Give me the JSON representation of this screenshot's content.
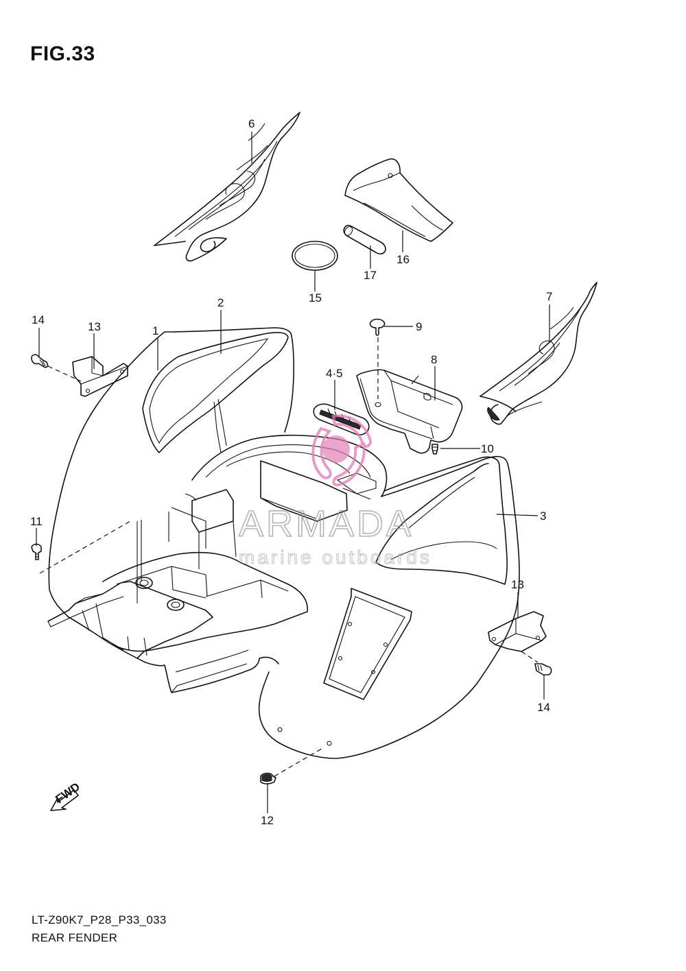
{
  "figure": {
    "title": "FIG.33",
    "drawing_code": "LT-Z90K7_P28_P33_033",
    "assembly_name": "REAR FENDER"
  },
  "direction_marker": {
    "label": "FWD"
  },
  "watermark": {
    "brand": "ARMADA",
    "tagline": "marine outboards",
    "accent_color": "#e07bb5"
  },
  "callouts": [
    {
      "id": "c1",
      "label": "1"
    },
    {
      "id": "c2",
      "label": "2"
    },
    {
      "id": "c3",
      "label": "3"
    },
    {
      "id": "c45",
      "label": "4·5"
    },
    {
      "id": "c6",
      "label": "6"
    },
    {
      "id": "c7",
      "label": "7"
    },
    {
      "id": "c8",
      "label": "8"
    },
    {
      "id": "c9",
      "label": "9"
    },
    {
      "id": "c10",
      "label": "10"
    },
    {
      "id": "c11",
      "label": "11"
    },
    {
      "id": "c12",
      "label": "12"
    },
    {
      "id": "c13a",
      "label": "13"
    },
    {
      "id": "c13b",
      "label": "13"
    },
    {
      "id": "c14a",
      "label": "14"
    },
    {
      "id": "c14b",
      "label": "14"
    },
    {
      "id": "c15",
      "label": "15"
    },
    {
      "id": "c16",
      "label": "16"
    },
    {
      "id": "c17",
      "label": "17"
    }
  ]
}
